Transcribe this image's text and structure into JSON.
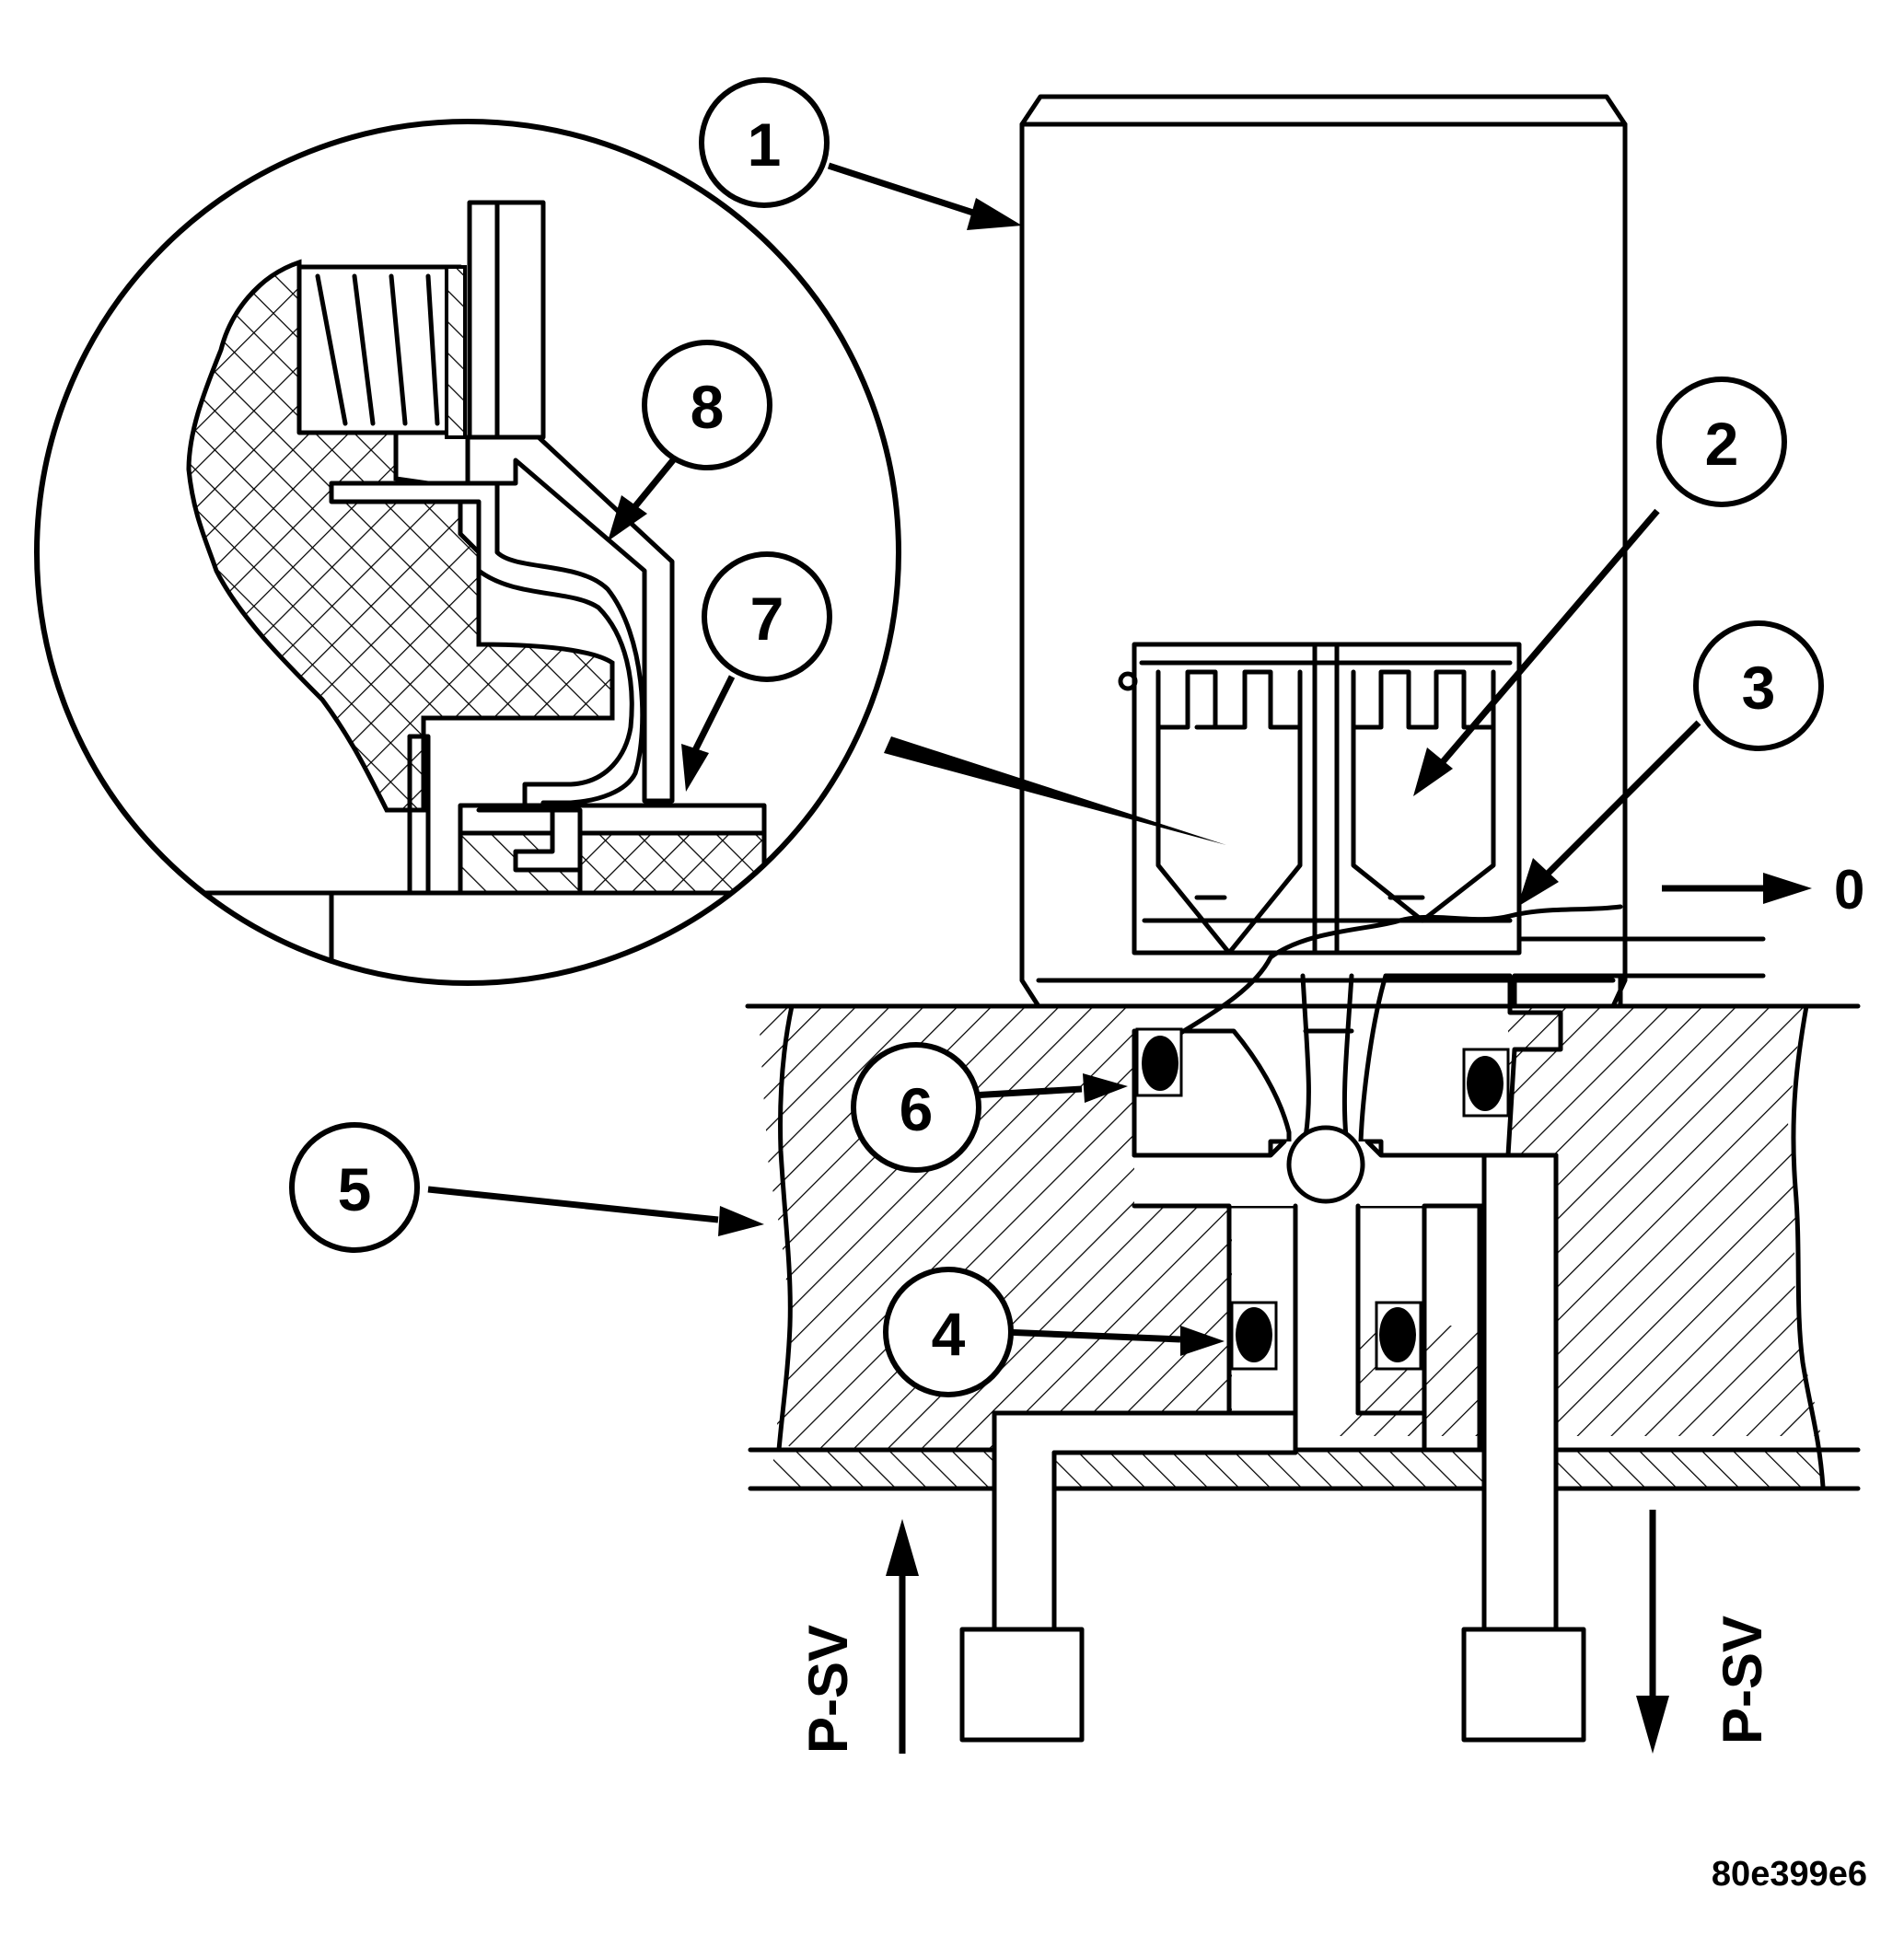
{
  "callouts": [
    {
      "id": "1",
      "label": "1"
    },
    {
      "id": "2",
      "label": "2"
    },
    {
      "id": "3",
      "label": "3"
    },
    {
      "id": "4",
      "label": "4"
    },
    {
      "id": "5",
      "label": "5"
    },
    {
      "id": "6",
      "label": "6"
    },
    {
      "id": "7",
      "label": "7"
    },
    {
      "id": "8",
      "label": "8"
    }
  ],
  "flows": {
    "outlet_label": "0",
    "inlet_label": "P-SV",
    "return_label": "P-SV"
  },
  "figure_id": "80e399e6"
}
